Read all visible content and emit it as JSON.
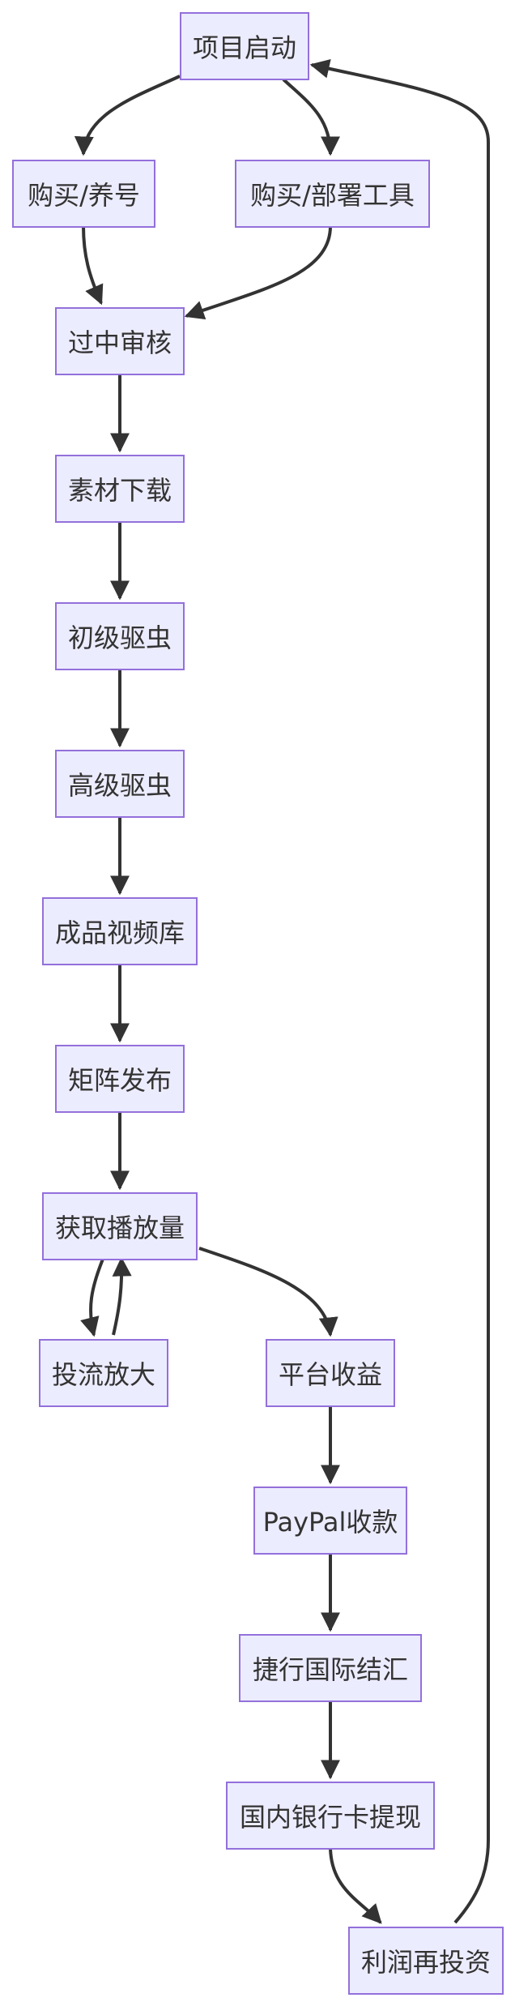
{
  "colors": {
    "node_fill": "#ececff",
    "node_border": "#9370db",
    "edge": "#333333",
    "text": "#333333",
    "background": "#ffffff"
  },
  "nodes": {
    "start": "项目启动",
    "buy_accounts": "购买/养号",
    "buy_tools": "购买/部署工具",
    "review": "过中审核",
    "download": "素材下载",
    "basic_dedup": "初级驱虫",
    "advanced_dedup": "高级驱虫",
    "library": "成品视频库",
    "publish": "矩阵发布",
    "traffic": "获取播放量",
    "boost": "投流放大",
    "revenue": "平台收益",
    "paypal": "PayPal收款",
    "settlement": "捷行国际结汇",
    "withdraw": "国内银行卡提现",
    "reinvest": "利润再投资"
  },
  "edges": [
    [
      "start",
      "buy_accounts"
    ],
    [
      "start",
      "buy_tools"
    ],
    [
      "buy_accounts",
      "review"
    ],
    [
      "buy_tools",
      "review"
    ],
    [
      "review",
      "download"
    ],
    [
      "download",
      "basic_dedup"
    ],
    [
      "basic_dedup",
      "advanced_dedup"
    ],
    [
      "advanced_dedup",
      "library"
    ],
    [
      "library",
      "publish"
    ],
    [
      "publish",
      "traffic"
    ],
    [
      "traffic",
      "boost"
    ],
    [
      "boost",
      "traffic"
    ],
    [
      "traffic",
      "revenue"
    ],
    [
      "revenue",
      "paypal"
    ],
    [
      "paypal",
      "settlement"
    ],
    [
      "settlement",
      "withdraw"
    ],
    [
      "withdraw",
      "reinvest"
    ],
    [
      "reinvest",
      "start"
    ]
  ]
}
